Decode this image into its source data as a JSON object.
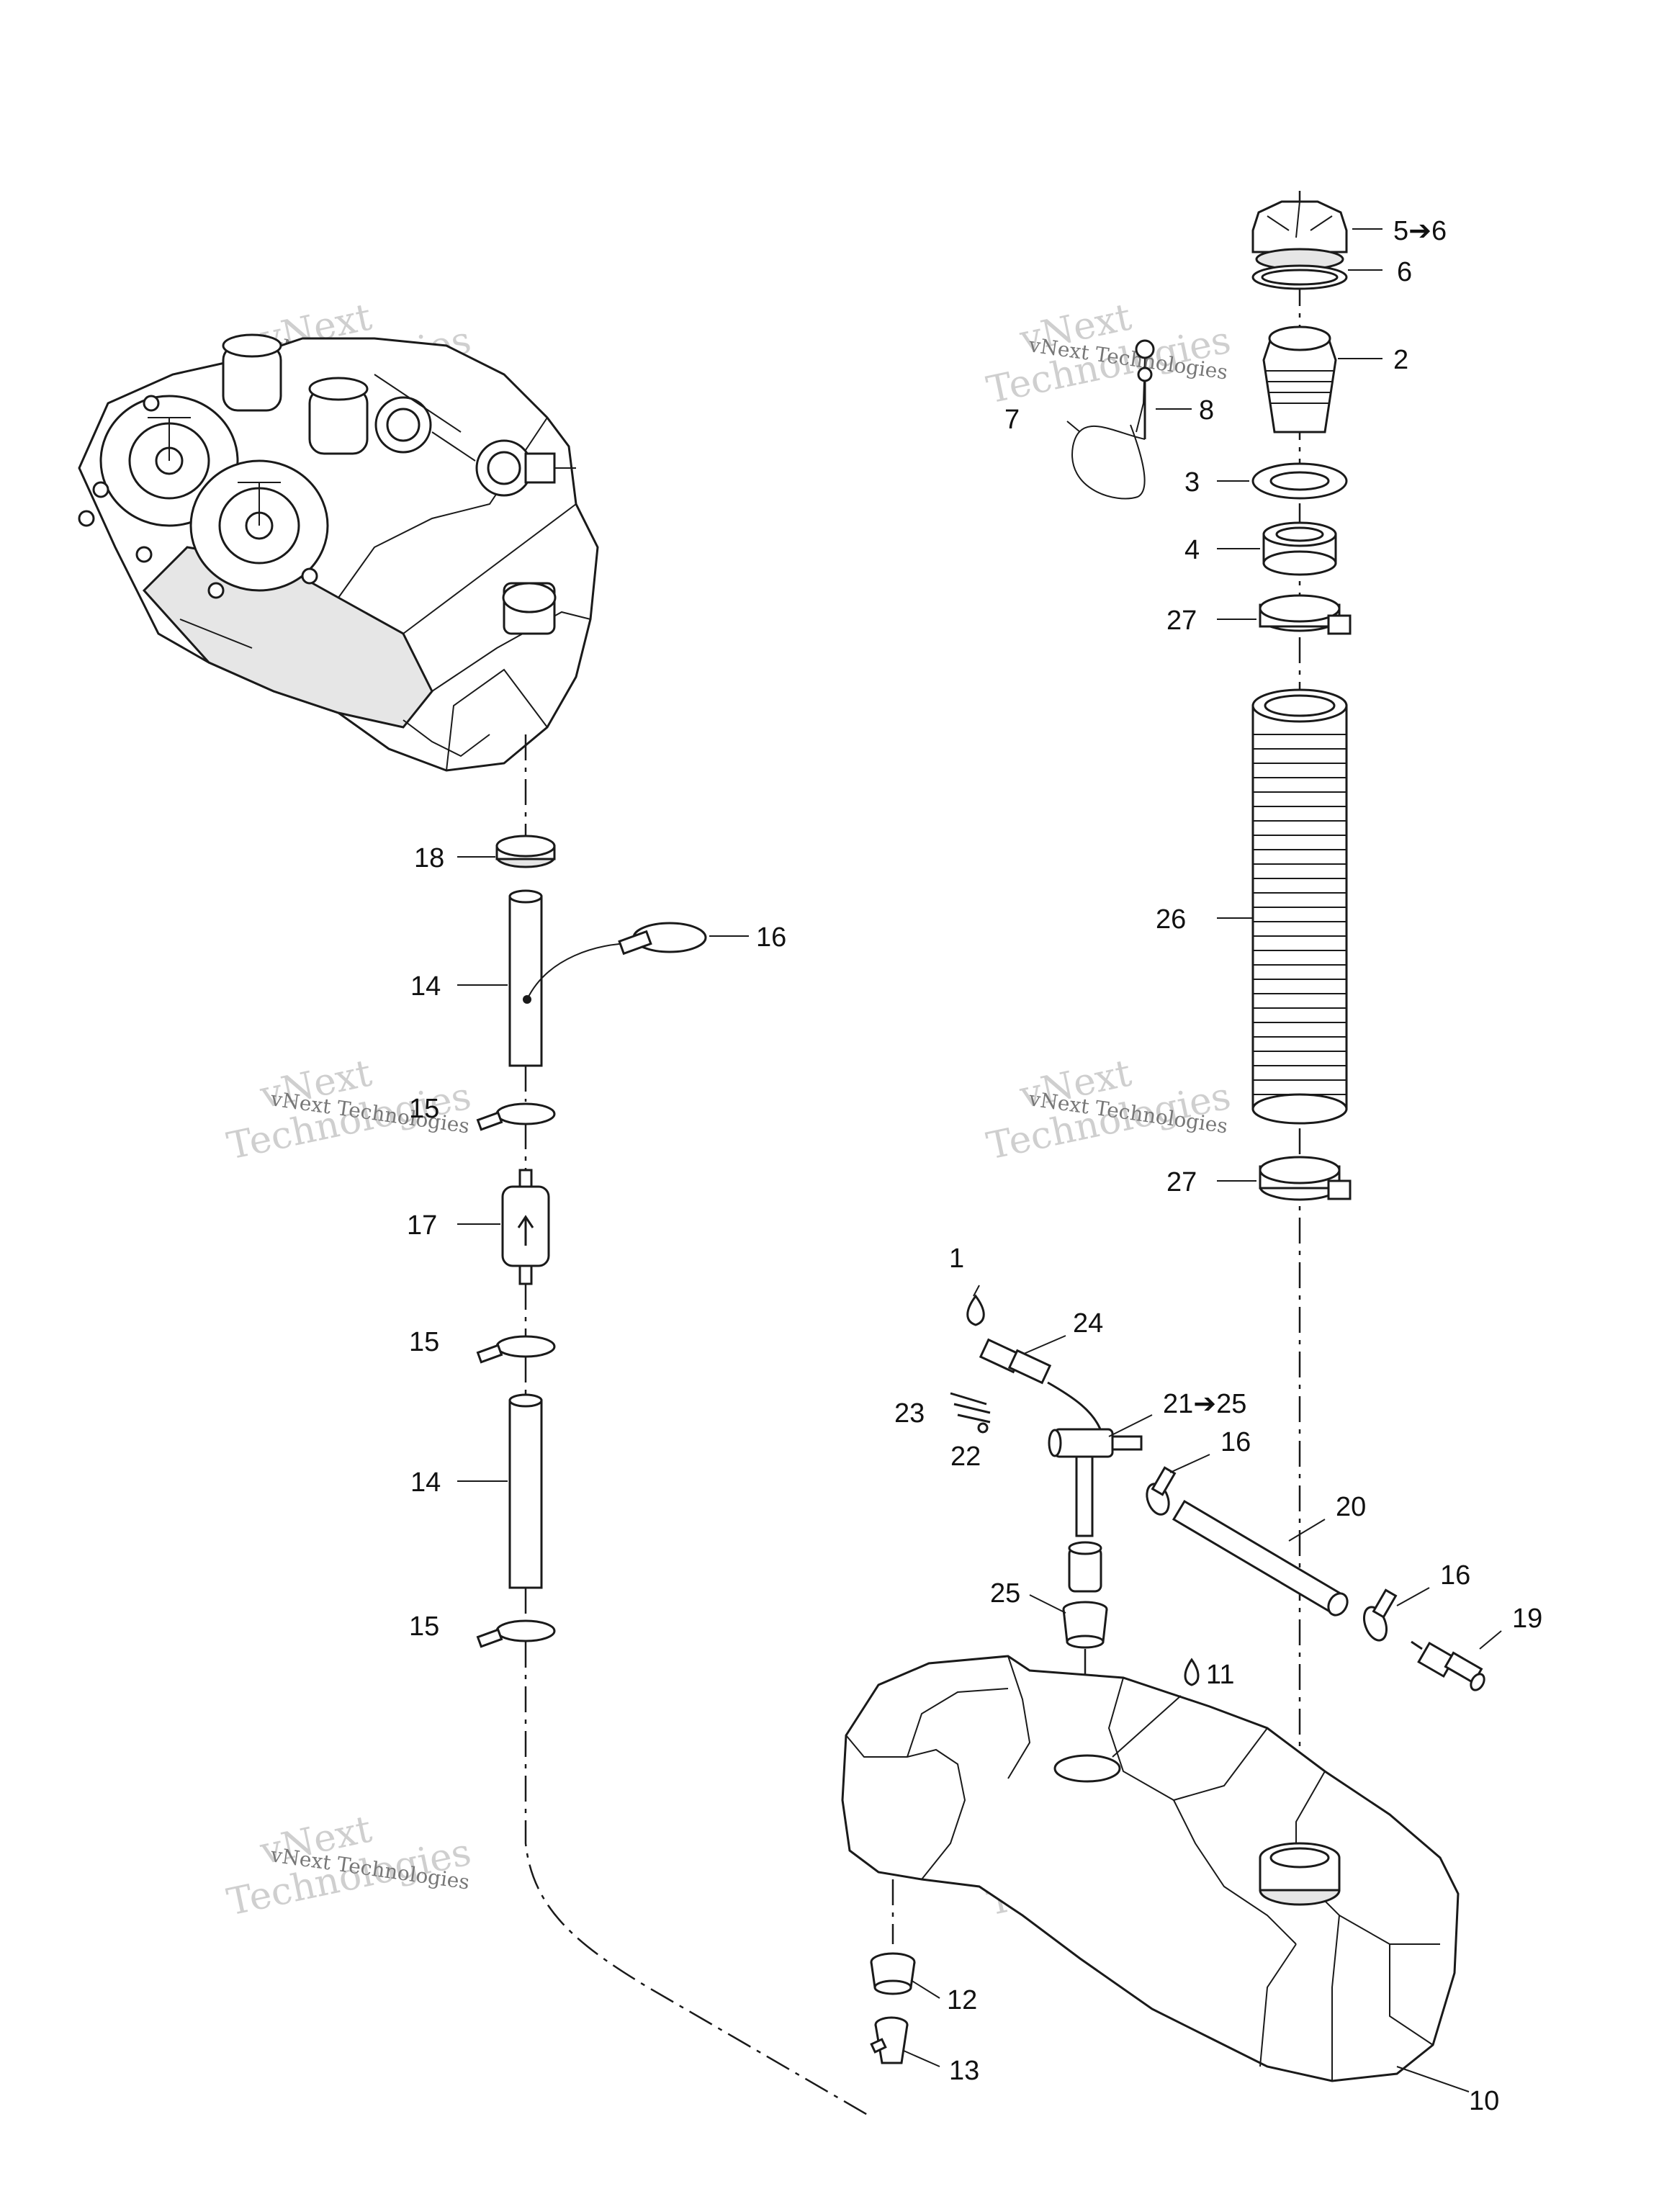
{
  "callouts": {
    "c5_6": "5➔6",
    "c6": "6",
    "c2": "2",
    "c7": "7",
    "c8": "8",
    "c3": "3",
    "c4": "4",
    "c27a": "27",
    "c26": "26",
    "c27b": "27",
    "c18": "18",
    "c16a": "16",
    "c14a": "14",
    "c15a": "15",
    "c17": "17",
    "c15b": "15",
    "c14b": "14",
    "c15c": "15",
    "c1": "1",
    "c24": "24",
    "c23": "23",
    "c22": "22",
    "c21_25": "21➔25",
    "c16b": "16",
    "c20": "20",
    "c16c": "16",
    "c19": "19",
    "c25": "25",
    "c11": "11",
    "c12": "12",
    "c13": "13",
    "c10": "10"
  },
  "watermark": {
    "line1": "vNext",
    "line2": "Technologies",
    "small": "vNext Technologies"
  }
}
